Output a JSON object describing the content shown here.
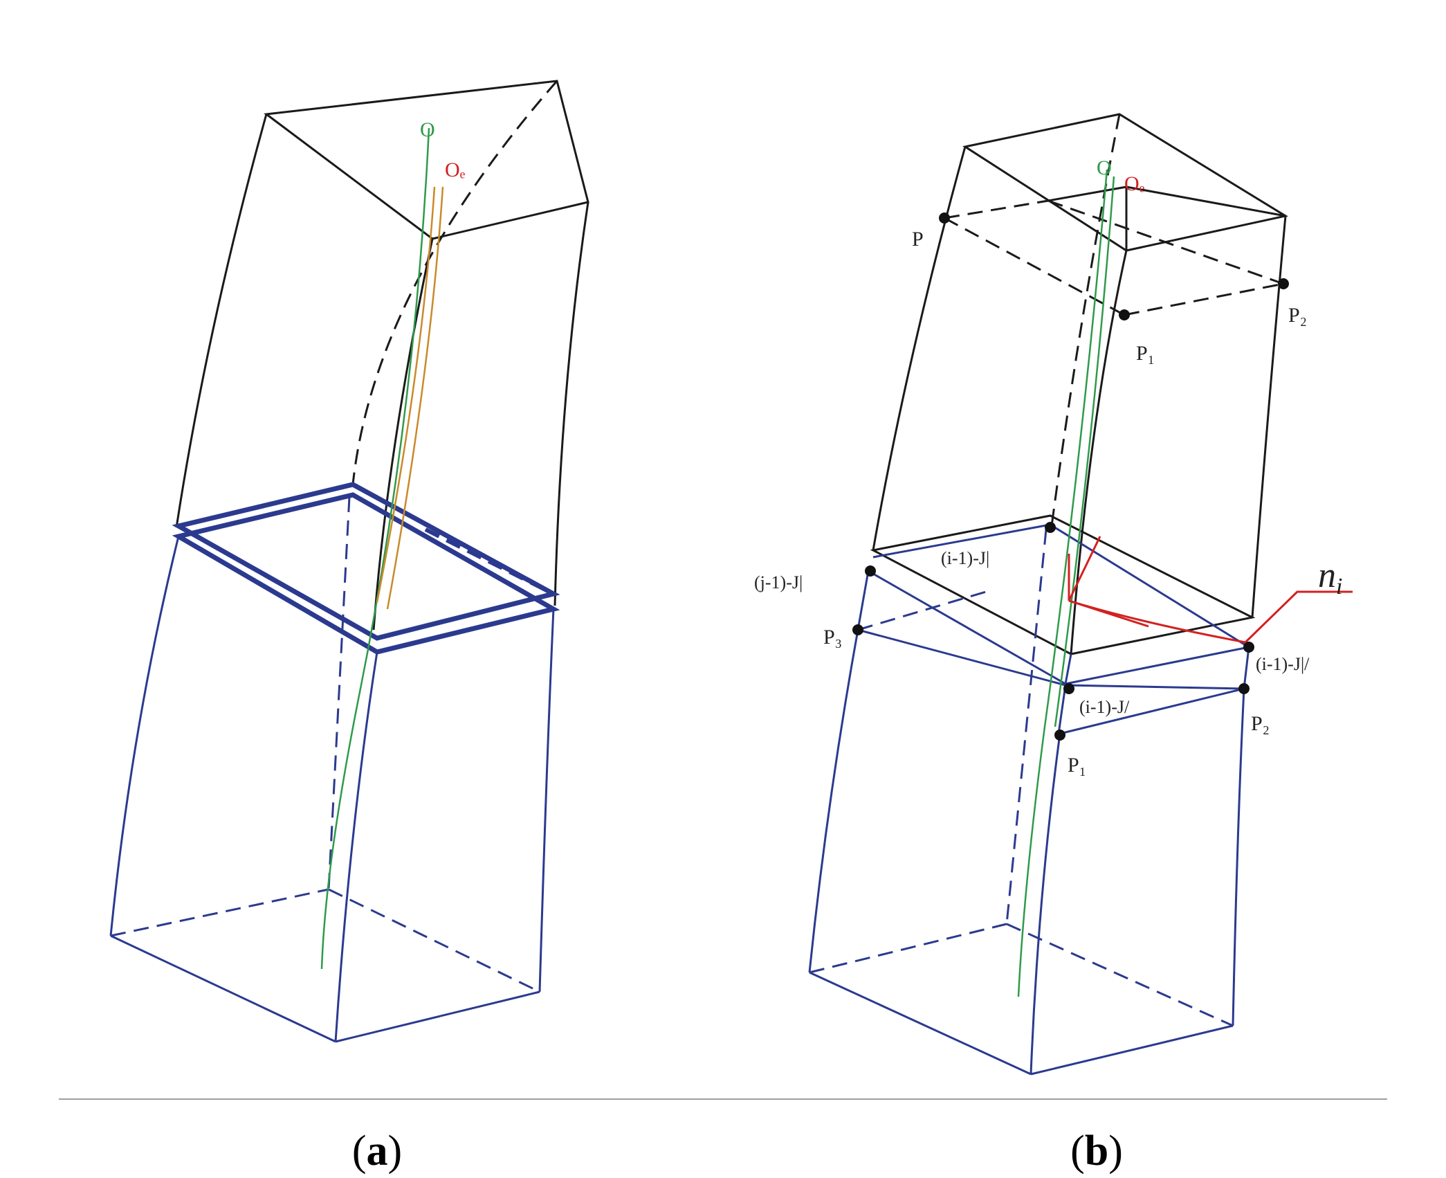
{
  "panels": [
    {
      "caption_open": "(",
      "caption_letter": "a",
      "caption_close": ")",
      "labels": {
        "axis_o": "O",
        "axis_oe": "Oₑ"
      }
    },
    {
      "caption_open": "(",
      "caption_letter": "b",
      "caption_close": ")",
      "labels": {
        "axis_o": "O",
        "axis_oe": "Oₑ",
        "p_top_left": "P",
        "p_top_front": "P₁",
        "p_top_right": "P₂",
        "joint_left": "(j-1)-J|",
        "joint_back": "(i-1)-J|",
        "joint_right": "(i-1)-J|/",
        "joint_front": "(i-1)-J/",
        "p_mid_left": "P₃",
        "p_mid_front": "P₁",
        "p_mid_right": "P₂",
        "normal": "n",
        "normal_sub": "i"
      }
    }
  ],
  "colors": {
    "upper_block_edges": "#1a1a1a",
    "lower_block_edges": "#2b3a8f",
    "axis_o": "#2f9a4a",
    "axis_oe": "#c98a2a",
    "normal_vector": "#d42020"
  }
}
